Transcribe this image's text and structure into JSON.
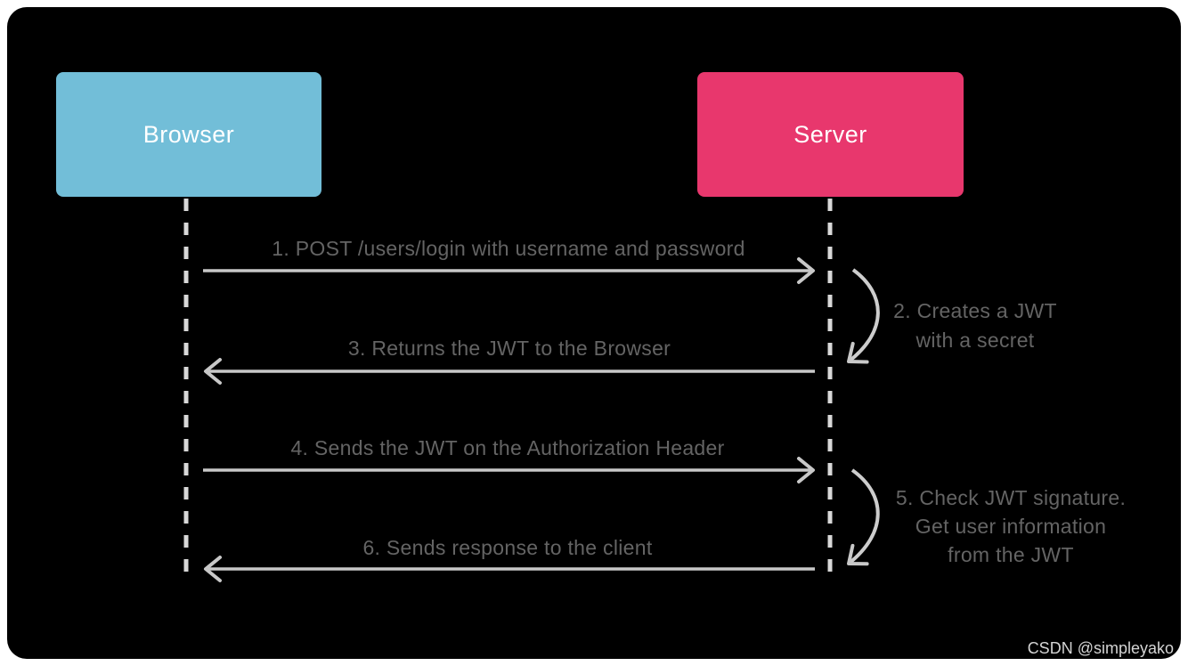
{
  "colors": {
    "background": "#ffffff",
    "board": "#000000",
    "browser_box": "#72bed8",
    "server_box": "#e8376d",
    "box_text": "#ffffff",
    "label_text": "#646464",
    "arrow": "#c8c8c8",
    "self_arrow": "#cdcdcd",
    "lifeline": "#d8d8d8",
    "watermark_text": "#d4d4d4"
  },
  "actors": [
    {
      "id": "browser",
      "label": "Browser"
    },
    {
      "id": "server",
      "label": "Server"
    }
  ],
  "messages": [
    {
      "seq": 1,
      "label": "1. POST /users/login with username and password",
      "direction": "right"
    },
    {
      "seq": 2,
      "lines": [
        "2. Creates a JWT",
        "with a secret"
      ],
      "direction": "self"
    },
    {
      "seq": 3,
      "label": "3. Returns the JWT to the Browser",
      "direction": "left"
    },
    {
      "seq": 4,
      "label": "4. Sends the JWT on the Authorization Header",
      "direction": "right"
    },
    {
      "seq": 5,
      "lines": [
        "5. Check JWT signature.",
        "Get user information",
        "from the JWT"
      ],
      "direction": "self"
    },
    {
      "seq": 6,
      "label": "6. Sends response to the client",
      "direction": "left"
    }
  ],
  "watermark": "CSDN @simpleyako"
}
